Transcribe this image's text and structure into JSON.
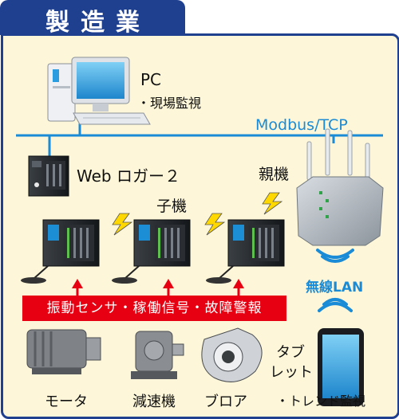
{
  "title": "製造業",
  "network": {
    "bus_label": "Modbus/TCP",
    "wireless_label": "無線LAN"
  },
  "devices": {
    "pc": {
      "name": "PC",
      "note": "・現場監視"
    },
    "logger": {
      "name": "Web ロガー２"
    },
    "parent": {
      "name": "親機"
    },
    "child": {
      "name": "子機"
    },
    "tablet": {
      "name_line1": "タブ",
      "name_line2": "レット",
      "note": "・トレンド監視"
    }
  },
  "signals": "振動センサ・稼働信号・故障警報",
  "equipment": [
    "モータ",
    "減速機",
    "ブロア"
  ],
  "colors": {
    "frame": "#1f3f8f",
    "background": "#fdf6d8",
    "network": "#1a8bd6",
    "signal": "#e60012"
  }
}
